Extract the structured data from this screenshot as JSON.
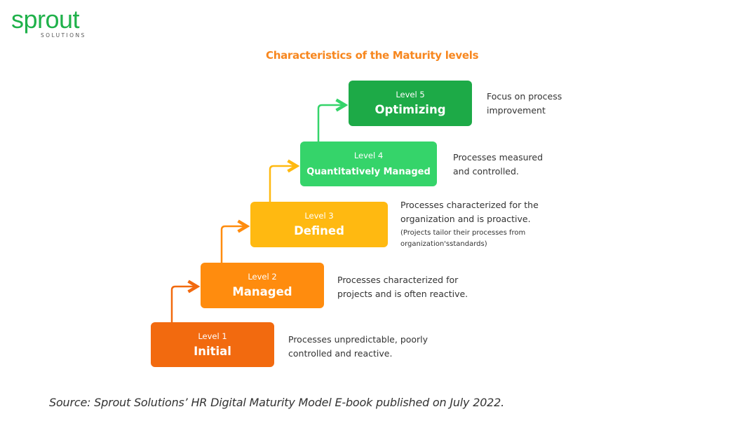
{
  "logo": {
    "word": "sprout",
    "subtitle": "SOLUTIONS",
    "color": "#1fb14a"
  },
  "title": "Characteristics of the Maturity levels",
  "title_color": "#f7871f",
  "levels": [
    {
      "level": "Level 1",
      "name": "Initial",
      "color": "#f26a0f",
      "description": "Processes unpredictable, poorly controlled and reactive.",
      "desc_lines": [
        "Processes unpredictable, poorly",
        "controlled and reactive."
      ]
    },
    {
      "level": "Level 2",
      "name": "Managed",
      "color": "#ff8c0e",
      "description": "Processes characterized for projects and is often reactive.",
      "desc_lines": [
        "Processes characterized for",
        "projects and is often reactive."
      ]
    },
    {
      "level": "Level 3",
      "name": "Defined",
      "color": "#ffb911",
      "description": "Processes characterized for the organization and is proactive.",
      "desc_lines": [
        "Processes characterized for the",
        "organization and is proactive."
      ],
      "note_lines": [
        "(Projects tailor their processes from",
        "organization'sstandards)"
      ]
    },
    {
      "level": "Level 4",
      "name": "Quantitatively Managed",
      "color": "#35d46a",
      "description": "Processes measured and controlled.",
      "desc_lines": [
        "Processes measured",
        "and controlled."
      ]
    },
    {
      "level": "Level 5",
      "name": "Optimizing",
      "color": "#1daa47",
      "description": "Focus on process improvement",
      "desc_lines": [
        "Focus on process",
        "improvement"
      ]
    }
  ],
  "source": "Source: Sprout Solutions’ HR Digital Maturity Model E-book published on July 2022."
}
